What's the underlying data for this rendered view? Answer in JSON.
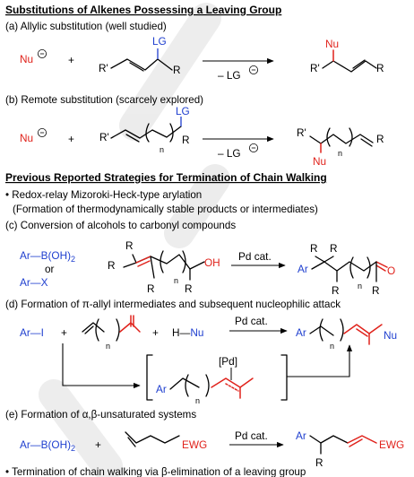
{
  "headings": {
    "h1": "Substitutions of Alkenes Possessing a Leaving Group",
    "h2": "Previous Reported Strategies for Termination of Chain Walking"
  },
  "captions": {
    "a": "(a) Allylic substitution (well studied)",
    "b": "(b) Remote substitution (scarcely explored)",
    "bullet1": "• Redox-relay Mizoroki-Heck-type arylation",
    "bullet1_sub": "(Formation of thermodynamically stable products or intermediates)",
    "c": "(c) Conversion of alcohols to carbonyl compounds",
    "d": "(d) Formation of π-allyl intermediates and subsequent nucleophilic attack",
    "e": "(e) Formation of α,β-unsaturated systems",
    "bullet2": "• Termination of chain walking via β-elimination of a leaving group"
  },
  "labels": {
    "nu": "Nu",
    "plus": "+",
    "lg": "LG",
    "r": "R",
    "r_prime": "R'",
    "minus_lg": "– LG",
    "n": "n",
    "o": "O",
    "oh": "OH",
    "pd_cat": "Pd cat.",
    "ar": "Ar",
    "ar_boh2": "Ar—B(OH)",
    "sub2": "2",
    "or": "or",
    "ar_x": "Ar—X",
    "ar_i": "Ar—I",
    "h_nu": "H—Nu",
    "pd": "[Pd]",
    "ewg": "EWG"
  },
  "colors": {
    "nucleophile": "#e0221b",
    "leaving_group": "#1f3fcf",
    "highlight": "#e0221b"
  }
}
